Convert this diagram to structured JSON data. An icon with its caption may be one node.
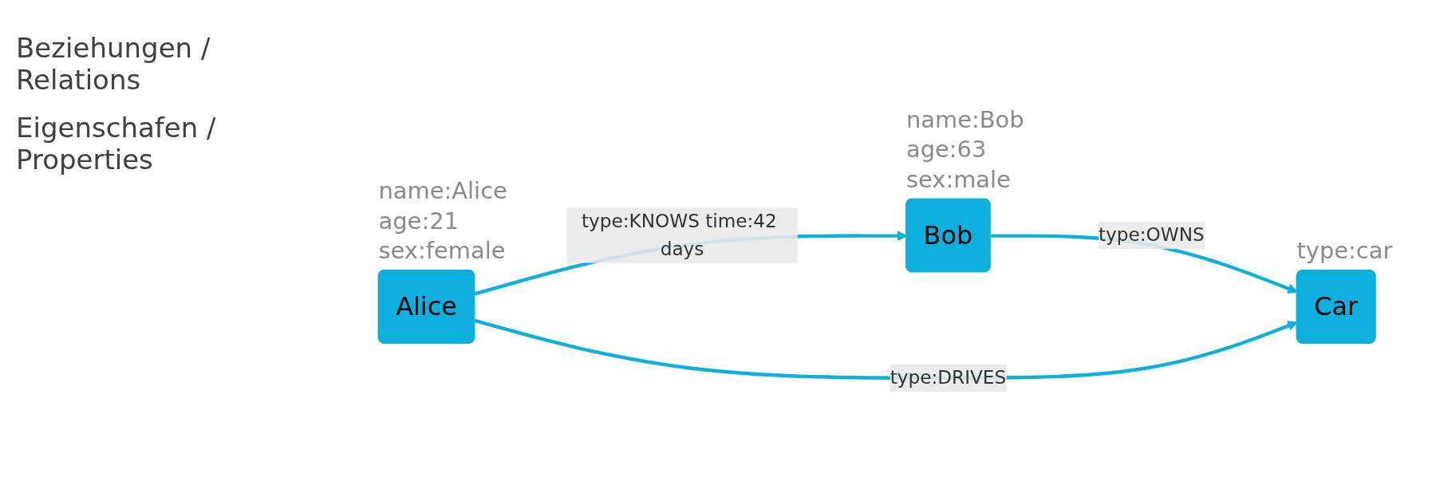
{
  "diagram": {
    "nodes": [
      {
        "text": [
          "Bob"
        ],
        "beside": [
          "name:Bob",
          "age:63",
          "sex:male"
        ]
      },
      {
        "text": [
          "Alice"
        ],
        "beside": [
          "name:Alice",
          "age:21",
          "sex:female"
        ]
      },
      {
        "text": [
          "Car"
        ],
        "beside": [
          "type:car"
        ]
      }
    ],
    "edges": [
      {
        "from": 1,
        "to": 0,
        "arrow": "to",
        "label": "type:KNOWS time:42 days"
      },
      {
        "from": 0,
        "to": 2,
        "arrow": "to",
        "label": "type:OWNS"
      },
      {
        "from": 1,
        "to": 2,
        "arrow": "to",
        "label": "type:DRIVES"
      }
    ],
    "labels": [
      "Beziehungen / Relations",
      "Eigenschafen / Properties"
    ]
  }
}
